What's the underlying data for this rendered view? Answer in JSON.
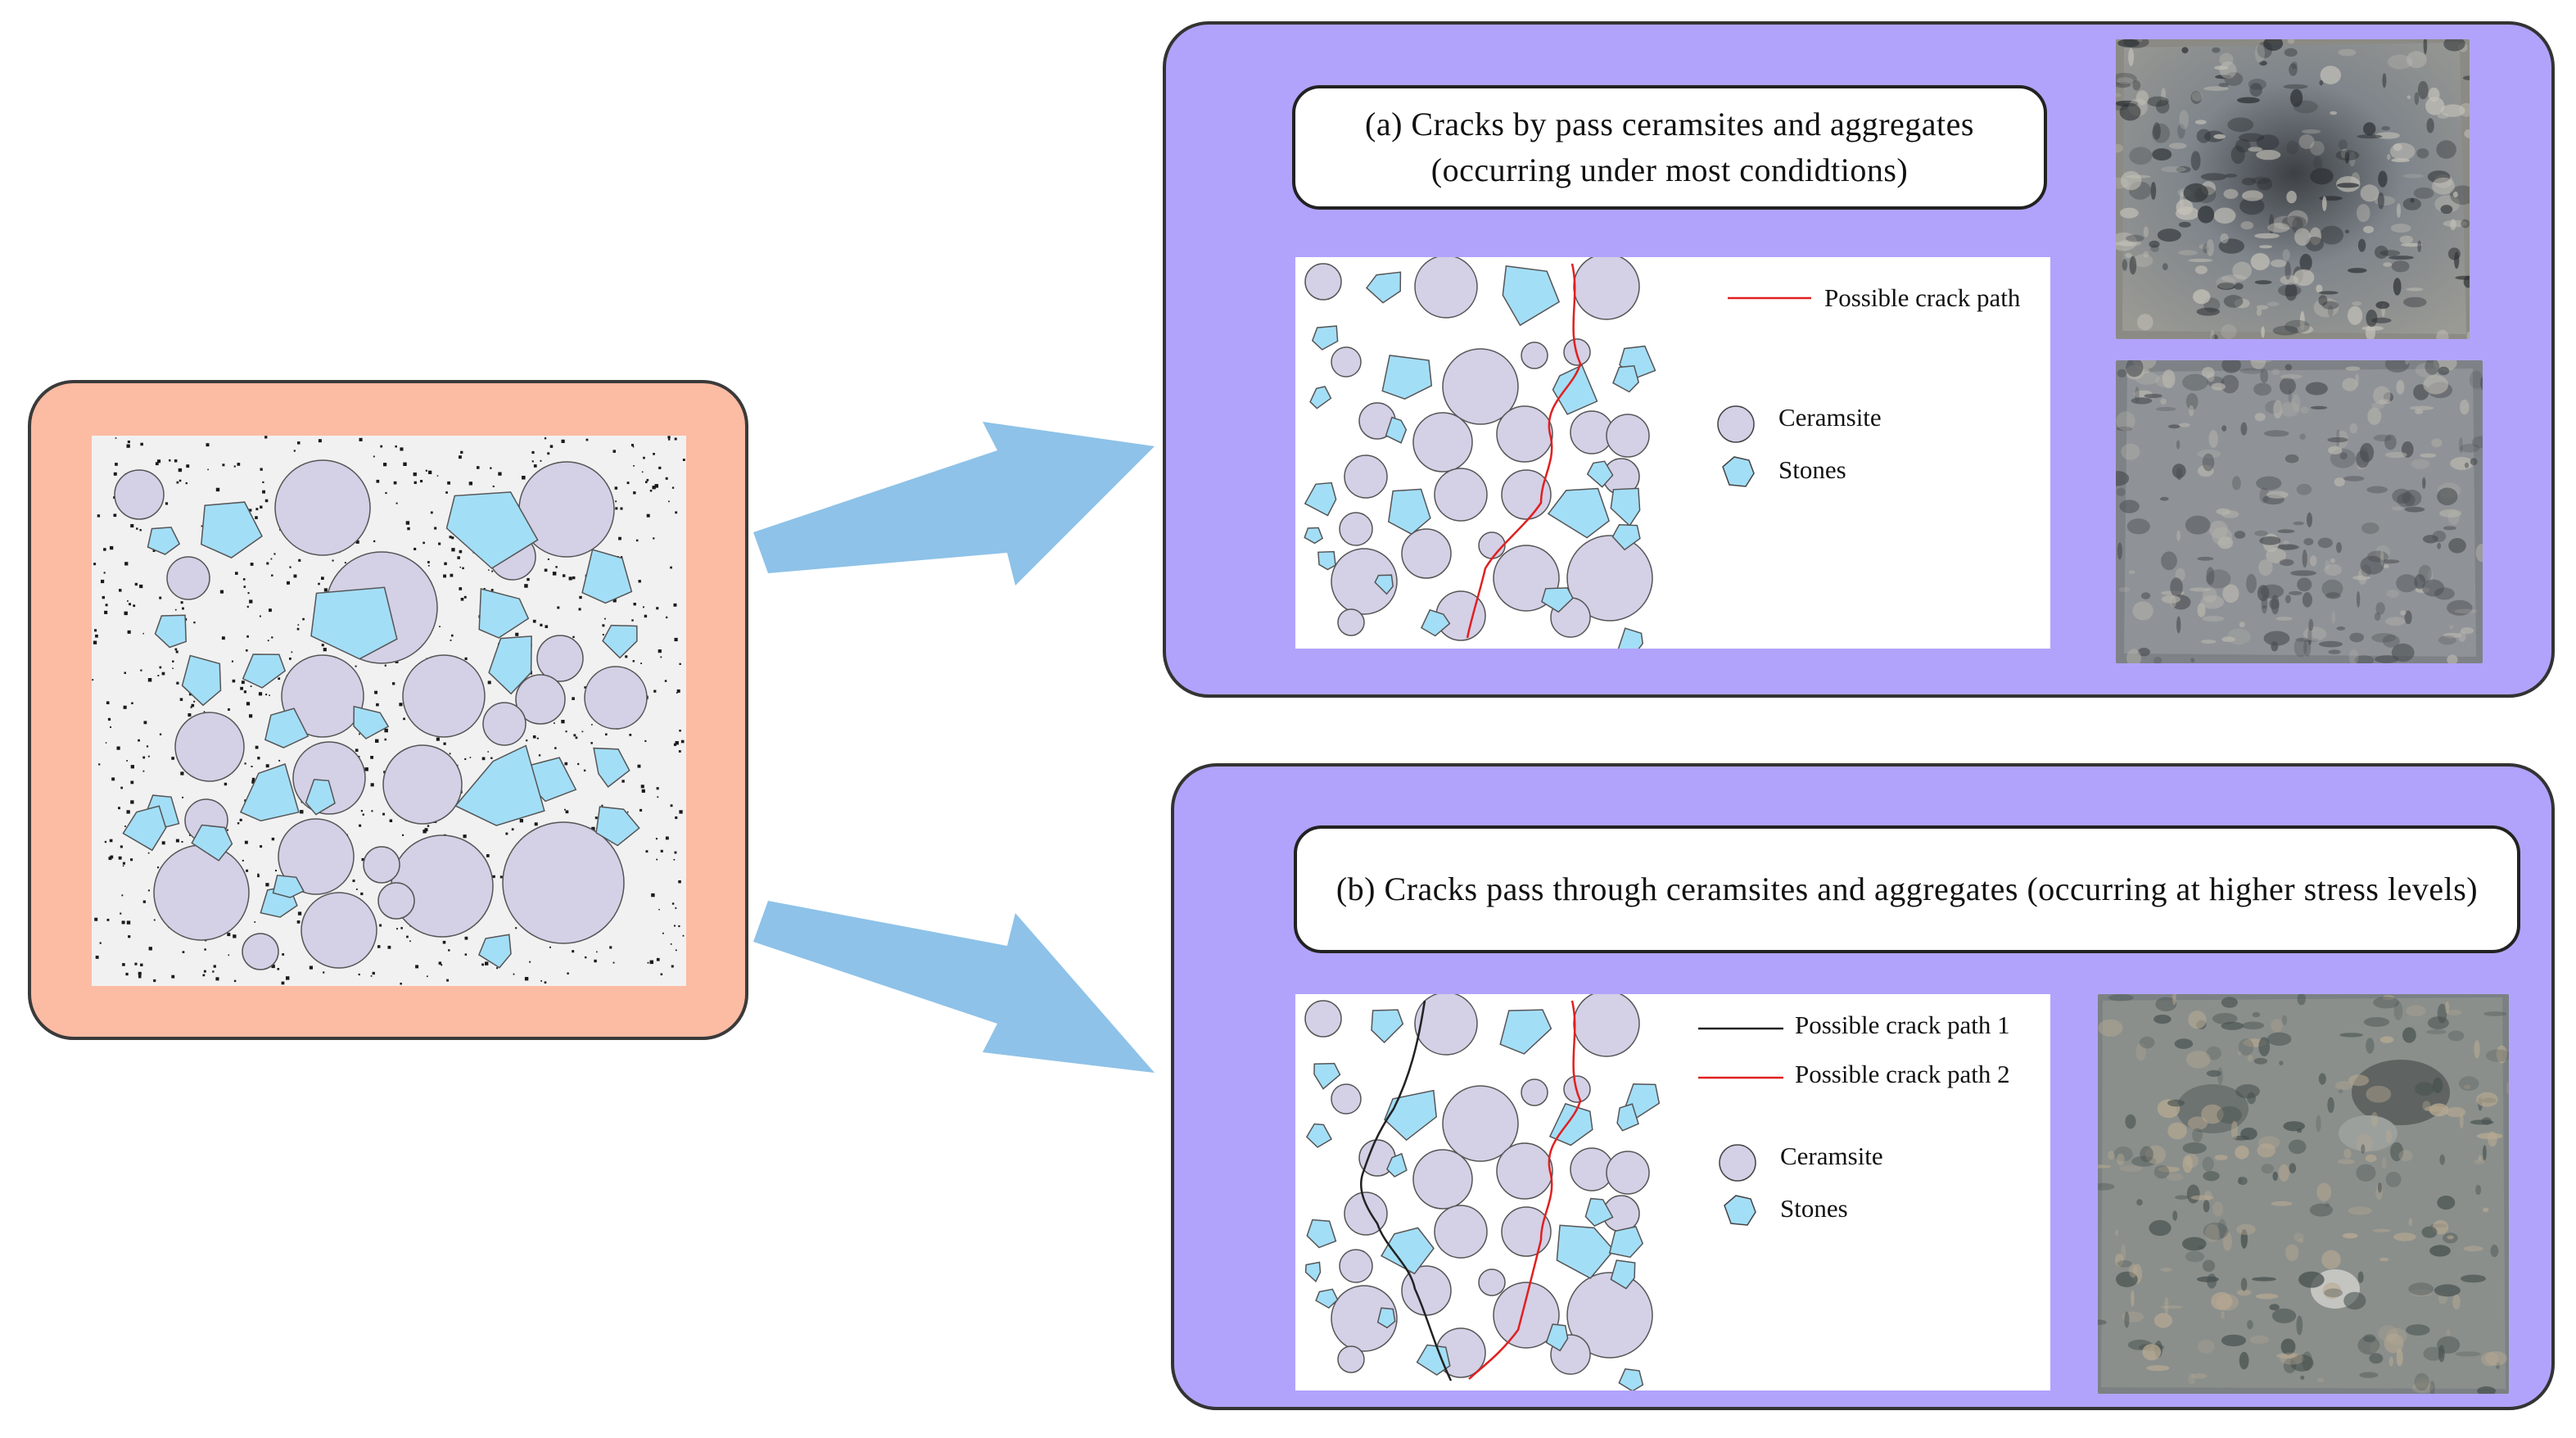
{
  "caption_a": {
    "line1": "(a) Cracks by pass ceramsites and aggregates",
    "line2": "(occurring under most condidtions)"
  },
  "caption_b": {
    "line1": "(b) Cracks pass through ceramsites and aggregates (occurring at higher stress levels)"
  },
  "legend_a": {
    "crack_path": "Possible crack path",
    "ceramsite": "Ceramsite",
    "stones": "Stones"
  },
  "legend_b": {
    "crack_path_1": "Possible crack path 1",
    "crack_path_2": "Possible crack path 2",
    "ceramsite": "Ceramsite",
    "stones": "Stones"
  },
  "colors": {
    "outer_panel": "#fcbba3",
    "scenario_panel": "#b1a3fb",
    "arrow": "#8ec2e8",
    "ceramsite": "#d4d0e6",
    "stone": "#a3def7",
    "crack_red": "#e02020",
    "crack_black": "#222222",
    "matrix": "#f1f1f1"
  }
}
